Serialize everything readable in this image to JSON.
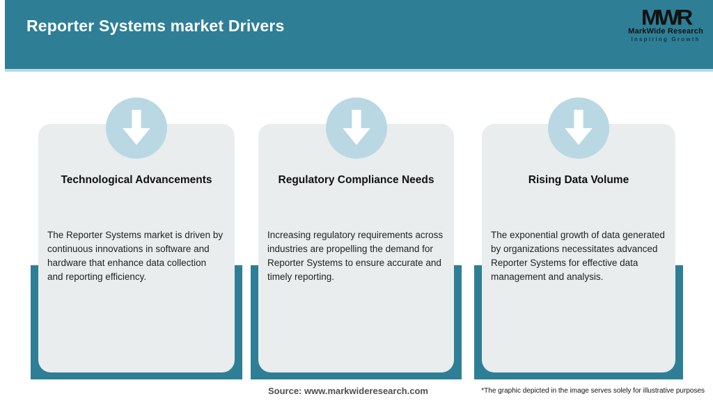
{
  "header": {
    "title": "Reporter Systems market Drivers",
    "logo": {
      "monogram": "MWR",
      "company": "MarkWide Research",
      "tagline": "Inspiring Growth"
    }
  },
  "cards": [
    {
      "icon": "down-arrow-icon",
      "title": "Technological Advancements",
      "body": "The Reporter Systems market is driven by continuous innovations in software and hardware that enhance data collection and reporting efficiency."
    },
    {
      "icon": "down-arrow-icon",
      "title": "Regulatory Compliance Needs",
      "body": "Increasing regulatory requirements across industries are propelling the demand for Reporter Systems to ensure accurate and timely reporting."
    },
    {
      "icon": "down-arrow-icon",
      "title": "Rising Data Volume",
      "body": "The exponential growth of data generated by organizations necessitates advanced Reporter Systems for effective data management and analysis."
    }
  ],
  "footer": {
    "source": "Source: www.markwideresearch.com",
    "disclaimer": "*The graphic depicted in the image serves solely for illustrative purposes"
  },
  "colors": {
    "teal": "#2e7f96",
    "light_blue": "#b9d8e3",
    "card_bg": "#e9edee",
    "source_text": "#4f4f4f"
  }
}
